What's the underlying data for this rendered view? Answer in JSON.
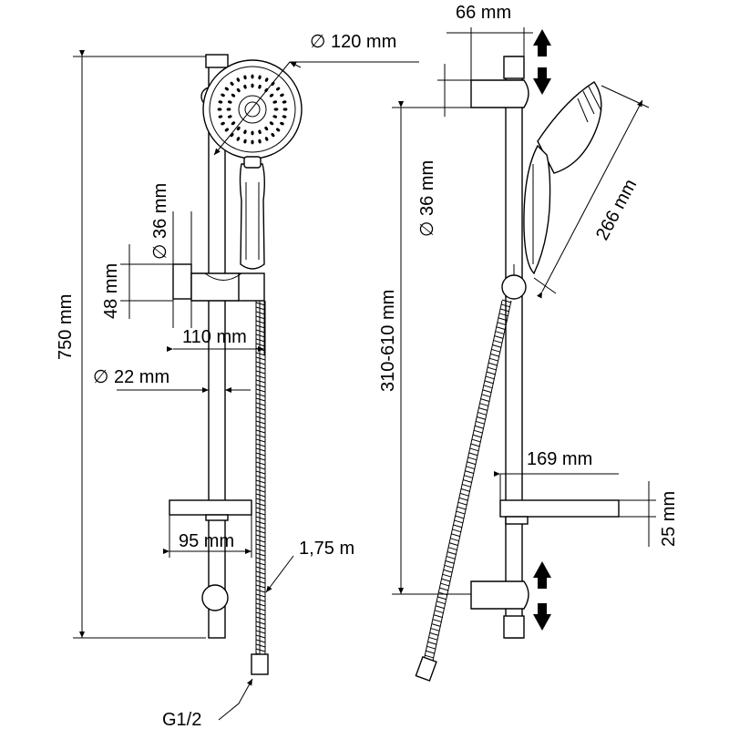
{
  "drawing": {
    "front_view": {
      "dim_total_height": "750 mm",
      "dim_head_diameter": "∅ 120 mm",
      "dim_handle_diameter": "∅ 36 mm",
      "dim_holder_height": "48 mm",
      "dim_holder_depth": "110 mm",
      "dim_rail_diameter": "∅ 22 mm",
      "dim_soap_dish_depth": "95 mm",
      "dim_hose_length": "1,75 m",
      "dim_connection": "G1/2"
    },
    "side_view": {
      "dim_top_bracket": "66 mm",
      "dim_handle_diameter": "∅ 36 mm",
      "dim_head_length": "266 mm",
      "dim_adjust_range": "310-610 mm",
      "dim_soap_dish_width": "169 mm",
      "dim_soap_dish_height": "25 mm"
    },
    "icons": [
      "up-arrow-icon",
      "down-arrow-icon"
    ]
  }
}
